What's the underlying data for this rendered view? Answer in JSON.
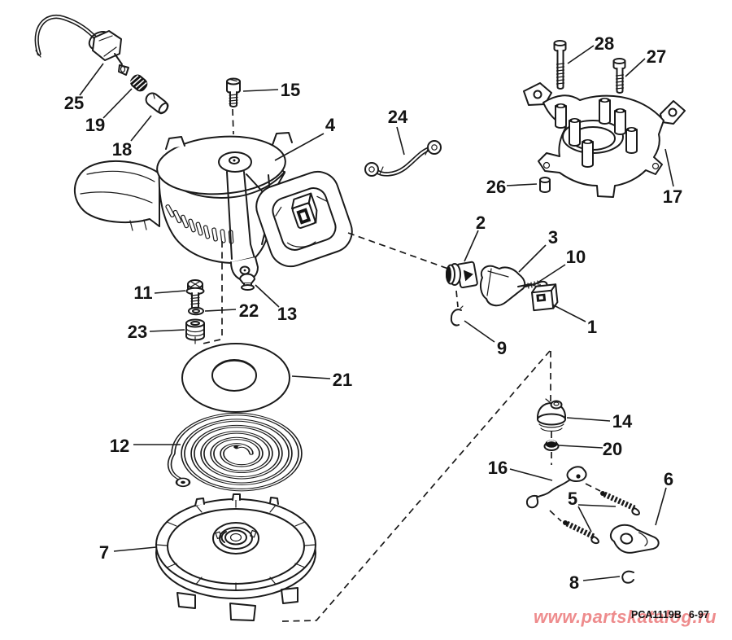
{
  "callouts": {
    "n1": "1",
    "n2": "2",
    "n3": "3",
    "n4": "4",
    "n5": "5",
    "n6": "6",
    "n7": "7",
    "n8": "8",
    "n9": "9",
    "n10": "10",
    "n11": "11",
    "n12": "12",
    "n13": "13",
    "n14": "14",
    "n15": "15",
    "n16": "16",
    "n17": "17",
    "n18": "18",
    "n19": "19",
    "n20": "20",
    "n21": "21",
    "n22": "22",
    "n23": "23",
    "n24": "24",
    "n25": "25",
    "n26": "26",
    "n27": "27",
    "n28": "28"
  },
  "footer": {
    "watermark": "www.partskatalog.ru",
    "code": "PCA1119B",
    "date": "6-97"
  },
  "colors": {
    "line": "#1a1a1a",
    "watermark_pink": "#ee8c8d",
    "background": "#ffffff"
  }
}
